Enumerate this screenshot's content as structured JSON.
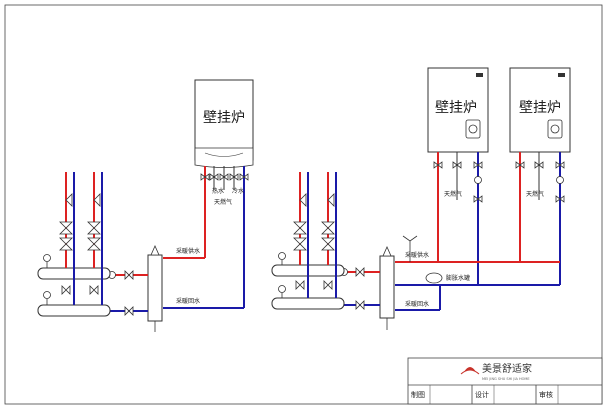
{
  "boilers": {
    "left": {
      "title": "壁挂炉"
    },
    "right_a": {
      "title": "壁挂炉"
    },
    "right_b": {
      "title": "壁挂炉"
    }
  },
  "labels": {
    "left_heating_supply": "采暖供水",
    "left_heating_return": "采暖回水",
    "left_gas": "天燃气",
    "left_supply_hot": "热水",
    "left_supply_cold": "冷水",
    "right_heating_supply": "采暖供水",
    "right_heating_return": "采暖回水",
    "right_expansion_tank": "膨胀水罐",
    "right_gas_a": "天燃气",
    "right_gas_b": "天燃气"
  },
  "title_block": {
    "brand": "美景舒适家",
    "brand_sub": "MEI JING SHU SHI JIA HOME",
    "cells": [
      "制图",
      "设计",
      "审核"
    ]
  },
  "colors": {
    "supply": "#dd2222",
    "return": "#1a1aa8",
    "outline": "#333333",
    "brand": "#c8322a"
  }
}
